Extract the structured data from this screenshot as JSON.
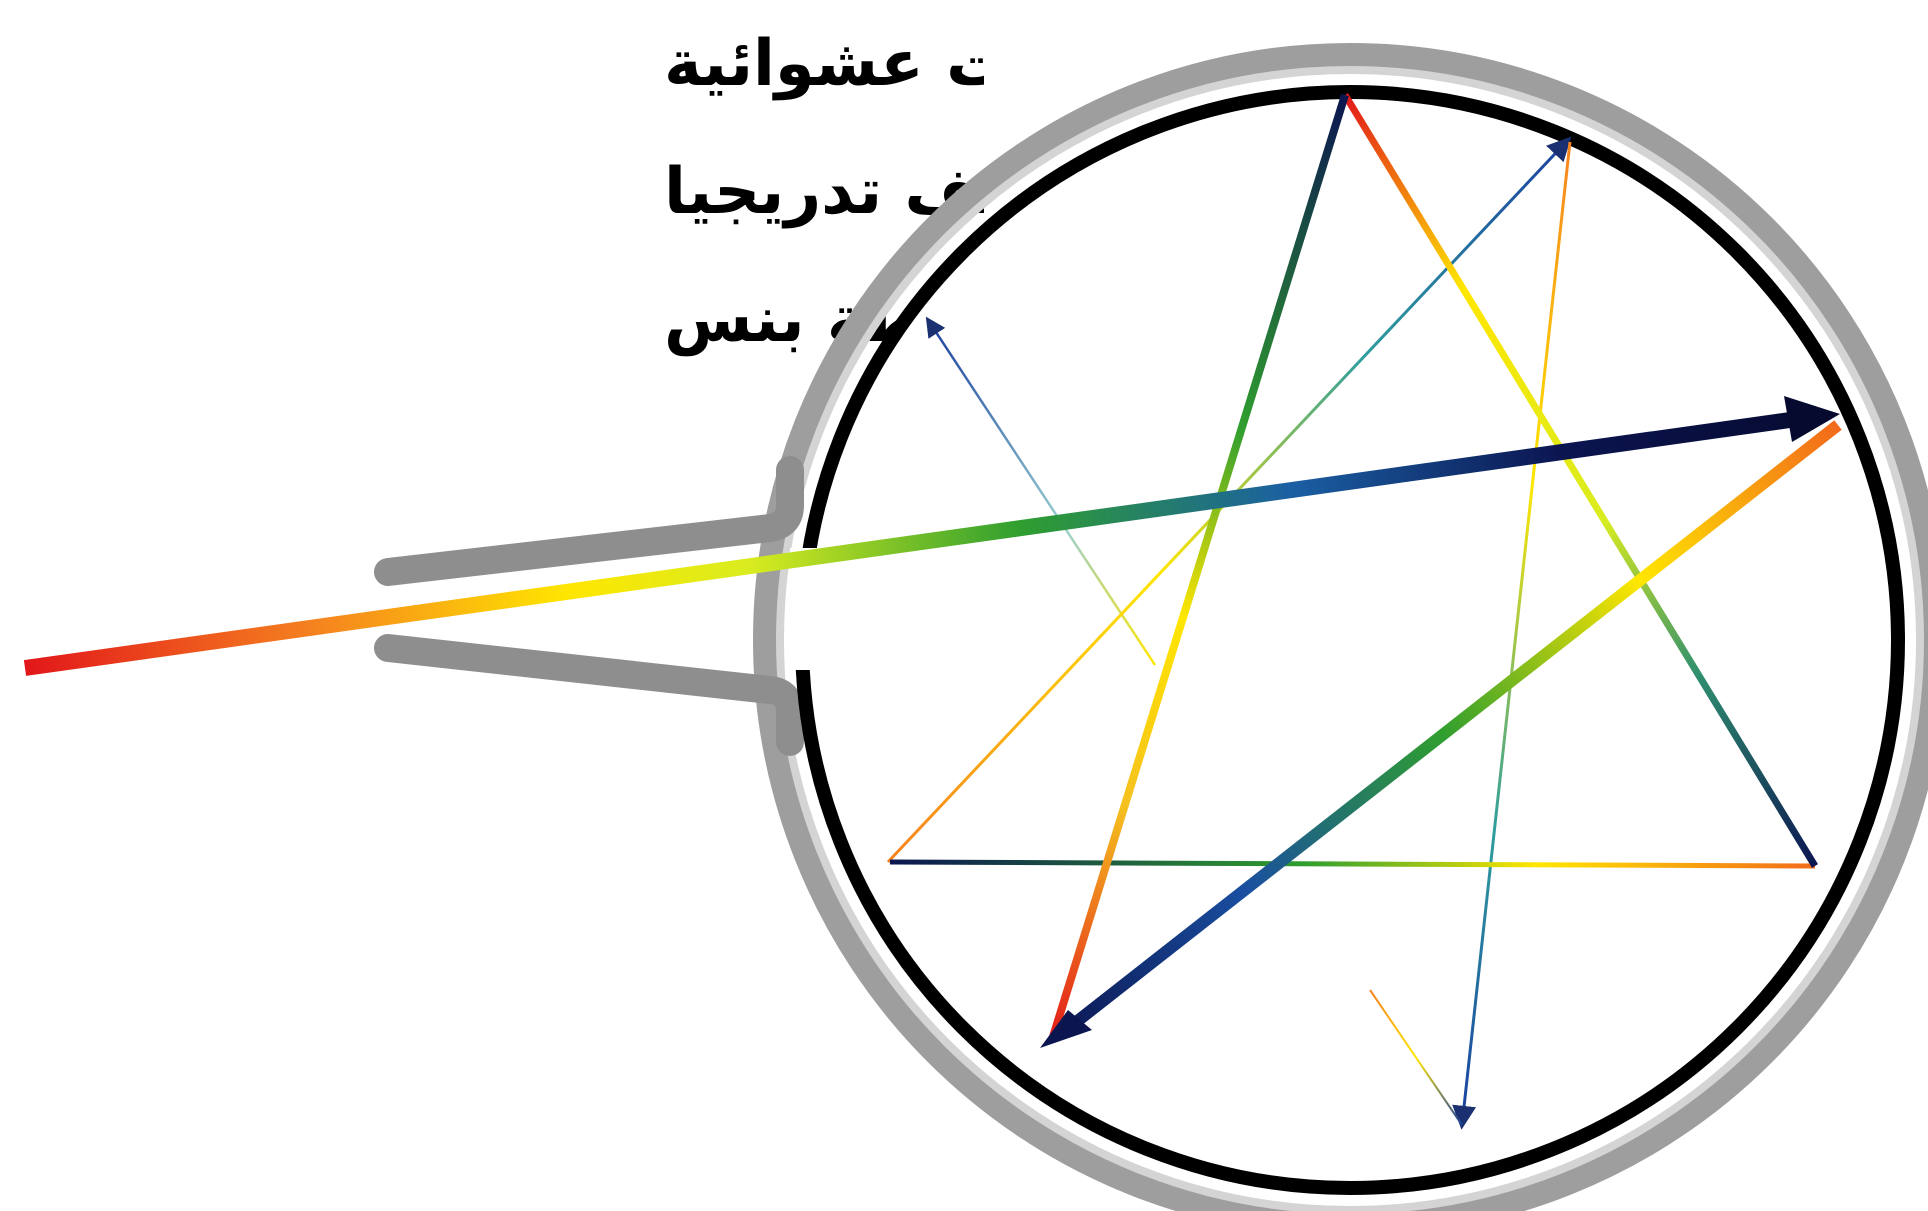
{
  "caption": {
    "lines": [
      "انكسارات عشوائية",
      "التجويف تدريجيا",
      "الأشعة الساقطة بنس"
    ]
  },
  "colors": {
    "spectrum": [
      "#e2171a",
      "#f5821f",
      "#ffe600",
      "#d9ec1f",
      "#2f9e2f",
      "#1a5fa3",
      "#0b1550"
    ],
    "cavity_shell": "#9c9c9c",
    "cavity_inner_wall": "#000000",
    "background": "#ffffff"
  },
  "icons": {
    "cavity": "integrating-sphere",
    "entry_port": "tube-opening",
    "rays": "rainbow-arrows"
  }
}
